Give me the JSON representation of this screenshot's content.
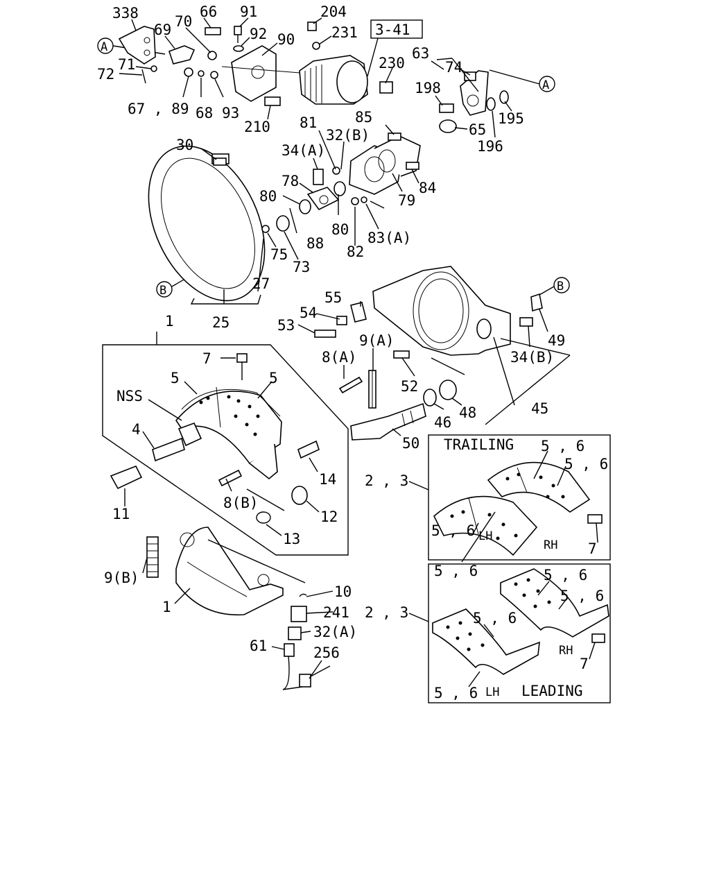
{
  "reference_box": "3-41",
  "callout_letters": [
    "A",
    "A",
    "B",
    "B"
  ],
  "panel_titles": {
    "trailing": "TRAILING",
    "leading": "LEADING",
    "nss": "NSS"
  },
  "side_labels": {
    "lh_top": "LH",
    "rh_top": "RH",
    "lh_bottom": "LH",
    "rh_bottom": "RH"
  },
  "part_numbers": [
    "338",
    "69",
    "70",
    "66",
    "91",
    "92",
    "90",
    "204",
    "231",
    "230",
    "63",
    "74",
    "72",
    "71",
    "67 , 89",
    "68",
    "93",
    "210",
    "198",
    "195",
    "65",
    "196",
    "85",
    "81",
    "32(B)",
    "30",
    "34(A)",
    "78",
    "84",
    "80",
    "79",
    "80",
    "88",
    "83(A)",
    "82",
    "75",
    "73",
    "27",
    "25",
    "55",
    "54",
    "53",
    "9(A)",
    "8(A)",
    "49",
    "34(B)",
    "7",
    "5",
    "5",
    "52",
    "4",
    "46",
    "48",
    "45",
    "50",
    "2 , 3",
    "5 , 6",
    "5 , 6",
    "5 , 6",
    "5 , 6",
    "7",
    "14",
    "11",
    "8(B)",
    "12",
    "13",
    "9(B)",
    "1",
    "1",
    "10",
    "241",
    "32(A)",
    "61",
    "256",
    "2 , 3",
    "5 , 6",
    "5 , 6",
    "5 , 6",
    "5 , 6",
    "7"
  ]
}
